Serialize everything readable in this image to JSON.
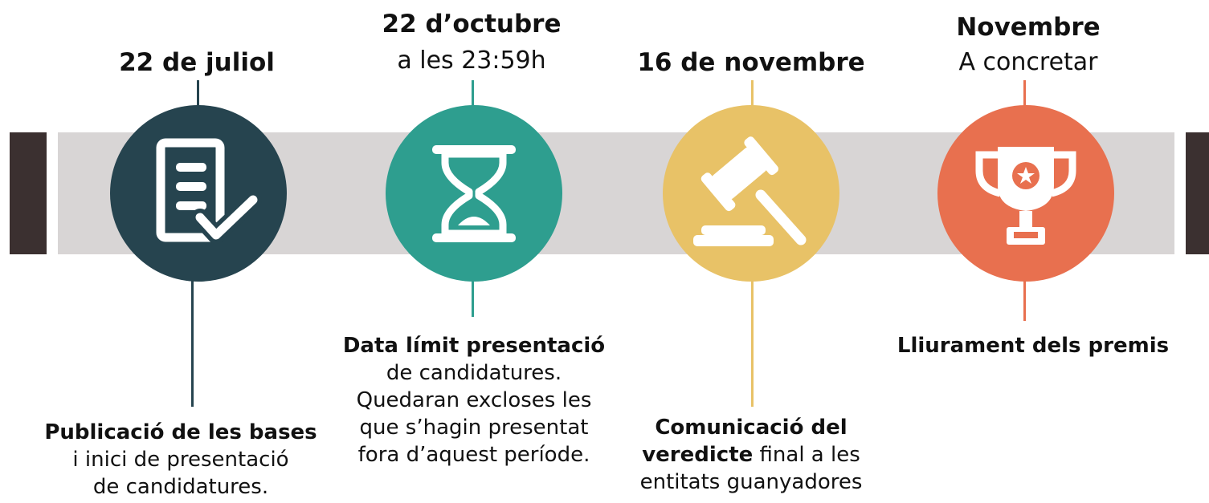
{
  "colors": {
    "band": "#d8d5d5",
    "endcap": "#3b3030",
    "step1": "#26444f",
    "step2": "#2e9e8f",
    "step3": "#e8c267",
    "step4": "#e8704f"
  },
  "steps": [
    {
      "date": "22 de juliol",
      "icon": "document-check-icon",
      "desc_bold": "Publicació de les bases",
      "desc_lines": [
        "i inici de presentació",
        "de candidatures."
      ]
    },
    {
      "date": "22 d’octubre",
      "date_sub": "a les 23:59h",
      "icon": "hourglass-icon",
      "desc_bold": "Data límit presentació",
      "desc_lines": [
        "de candidatures.",
        "Quedaran excloses les",
        "que s’hagin presentat",
        "fora d’aquest període."
      ]
    },
    {
      "date": "16 de novembre",
      "icon": "gavel-icon",
      "desc_bold": "Comunicació del",
      "desc_bold2": "veredicte",
      "desc_rest2": " final a les",
      "desc_lines": [
        "entitats guanyadores"
      ]
    },
    {
      "date": "Novembre",
      "date_sub": "A concretar",
      "icon": "trophy-icon",
      "desc_bold": "Lliurament dels premis"
    }
  ]
}
